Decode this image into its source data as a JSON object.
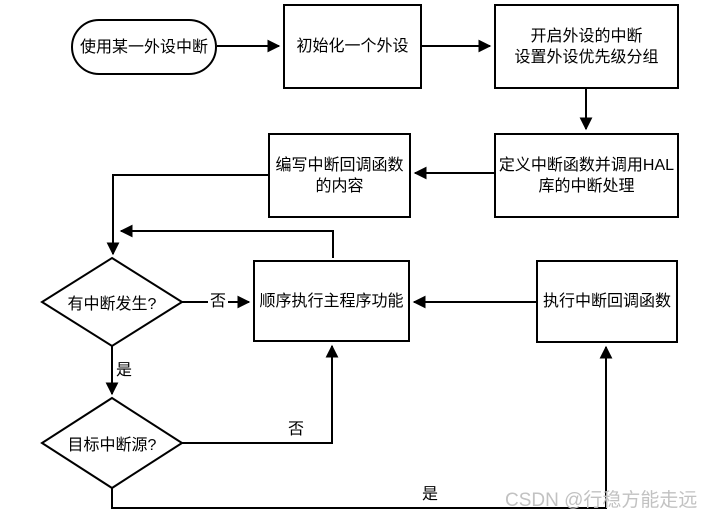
{
  "diagram": {
    "title": "STM32 peripheral interrupt usage flowchart",
    "nodes": {
      "start": {
        "label": "使用某一外设中断"
      },
      "init": {
        "label": "初始化一个外设"
      },
      "enable": {
        "line1": "开启外设的中断",
        "line2": "设置外设优先级分组"
      },
      "define": {
        "line1": "定义中断函数并调用HAL",
        "line2": "库的中断处理"
      },
      "write": {
        "line1": "编写中断回调函数",
        "line2": "的内容"
      },
      "decision_interrupt": {
        "label": "有中断发生?"
      },
      "main": {
        "label": "顺序执行主程序功能"
      },
      "execute": {
        "label": "执行中断回调函数"
      },
      "decision_source": {
        "label": "目标中断源?"
      }
    },
    "edge_labels": {
      "decision1_no": "否",
      "decision1_yes": "是",
      "decision2_no": "否",
      "decision2_yes": "是"
    },
    "colors": {
      "line": "#000000",
      "node_fill": "#ffffff",
      "watermark": "#c2c2c2"
    }
  },
  "watermark": {
    "text": "CSDN @行稳方能走远"
  }
}
